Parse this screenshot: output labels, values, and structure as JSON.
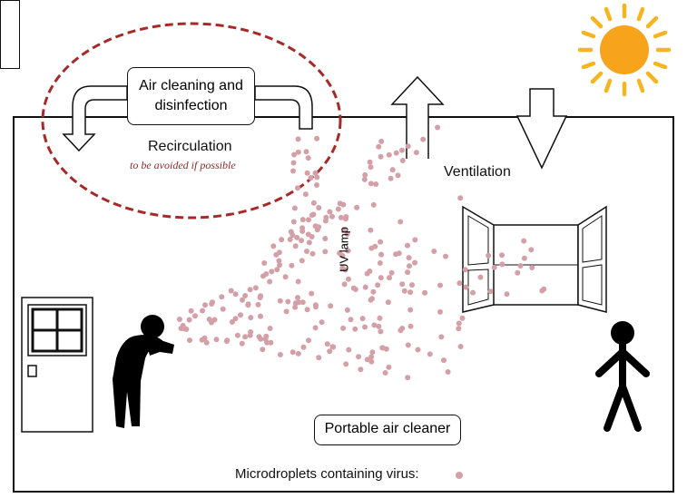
{
  "labels": {
    "air_cleaning": "Air cleaning and disinfection",
    "recirculation": "Recirculation",
    "recirculation_note": "to be avoided if  possible",
    "ventilation": "Ventilation",
    "uv_lamp": "UV lamp",
    "portable_air_cleaner": "Portable air cleaner",
    "microdroplets": "Microdroplets containing virus:"
  },
  "colors": {
    "droplet": "#d4a0a8",
    "dashed_ellipse": "#a52a2a",
    "sun": "#f7a31c",
    "sun_rays": "#f5b51f",
    "outline": "#111111"
  },
  "icons": [
    "sun-icon",
    "coughing-person-icon",
    "standing-person-icon",
    "door-icon",
    "open-window-icon",
    "exhaust-arrow-icon",
    "intake-arrow-icon",
    "recirculation-arrow-icon"
  ]
}
